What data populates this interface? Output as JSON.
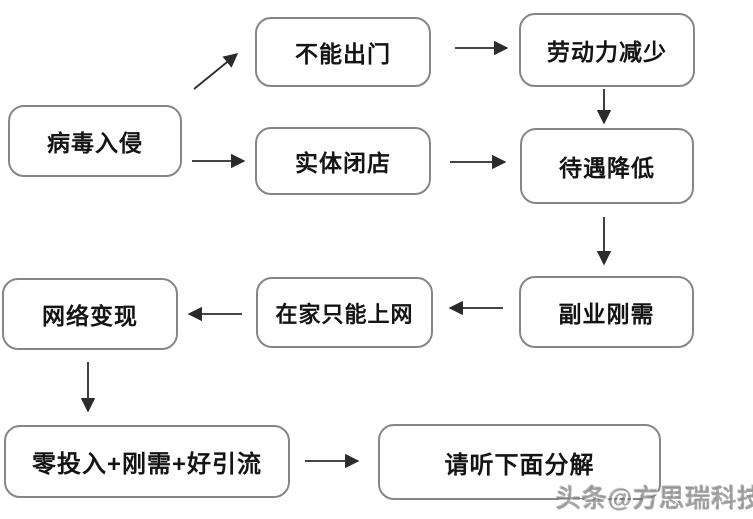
{
  "diagram": {
    "type": "flowchart",
    "nodes": [
      {
        "id": "virus-invasion",
        "label": "病毒入侵"
      },
      {
        "id": "cannot-go-out",
        "label": "不能出门"
      },
      {
        "id": "labor-force-decrease",
        "label": "劳动力减少"
      },
      {
        "id": "stores-closed",
        "label": "实体闭店"
      },
      {
        "id": "pay-lowered",
        "label": "待遇降低"
      },
      {
        "id": "online-monetization",
        "label": "网络变现"
      },
      {
        "id": "home-only-internet",
        "label": "在家只能上网"
      },
      {
        "id": "side-job-demand",
        "label": "副业刚需"
      },
      {
        "id": "zero-investment-formula",
        "label": "零投入+刚需+好引流"
      },
      {
        "id": "listen-breakdown",
        "label": "请听下面分解"
      }
    ],
    "edges": [
      {
        "from": "virus-invasion",
        "to": "cannot-go-out"
      },
      {
        "from": "virus-invasion",
        "to": "stores-closed"
      },
      {
        "from": "cannot-go-out",
        "to": "labor-force-decrease"
      },
      {
        "from": "stores-closed",
        "to": "pay-lowered"
      },
      {
        "from": "labor-force-decrease",
        "to": "pay-lowered"
      },
      {
        "from": "pay-lowered",
        "to": "side-job-demand"
      },
      {
        "from": "side-job-demand",
        "to": "home-only-internet"
      },
      {
        "from": "home-only-internet",
        "to": "online-monetization"
      },
      {
        "from": "online-monetization",
        "to": "zero-investment-formula"
      },
      {
        "from": "zero-investment-formula",
        "to": "listen-breakdown"
      }
    ],
    "watermark": "头条@方思瑞科技",
    "colors": {
      "background": "#ffffff",
      "node_border": "#868686",
      "node_text": "#141414",
      "arrow": "#2b2b2b",
      "watermark": "#7d7d7d"
    }
  }
}
